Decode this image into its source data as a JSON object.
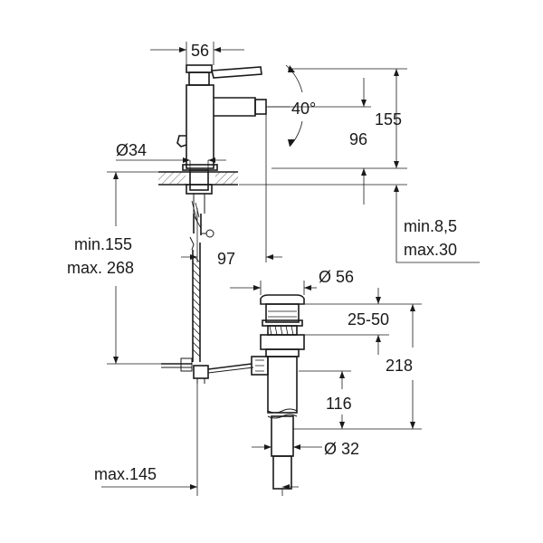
{
  "dimensions": {
    "spout_reach_top": "56",
    "angle": "40°",
    "height_total": "155",
    "height_aerator": "96",
    "hole_diameter": "Ø34",
    "hose_min": "min.155",
    "hose_max": "max. 268",
    "projection": "97",
    "deck_min": "min.8,5",
    "deck_max": "max.30",
    "waste_diameter": "Ø 56",
    "waste_adjust": "25-50",
    "waste_length": "218",
    "waste_tail": "116",
    "tail_diameter": "Ø 32",
    "base_max": "max.145"
  },
  "colors": {
    "line": "#1a1a1a",
    "background": "#ffffff"
  }
}
